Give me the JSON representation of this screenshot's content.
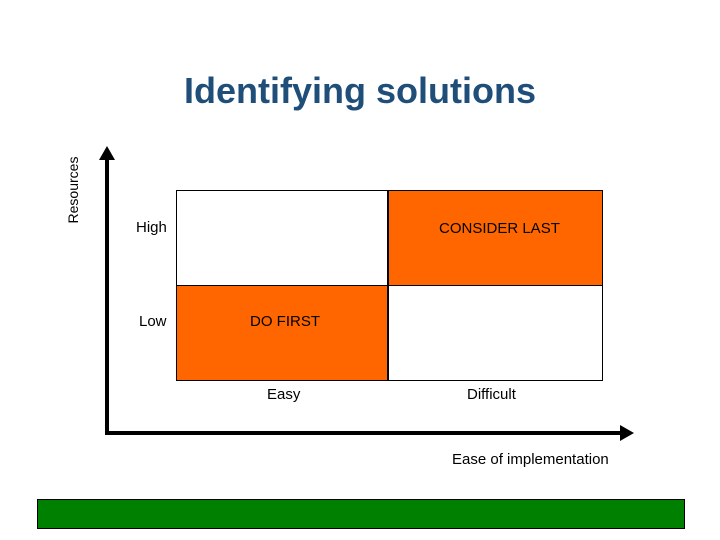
{
  "title": "Identifying solutions",
  "y_axis_label": "Resources",
  "x_axis_label": "Ease of implementation",
  "row_labels": {
    "high": "High",
    "low": "Low"
  },
  "column_labels": {
    "easy": "Easy",
    "difficult": "Difficult"
  },
  "quadrants": {
    "high_easy": {
      "label": "",
      "color": "#ffffff"
    },
    "high_difficult": {
      "label": "CONSIDER LAST",
      "color": "#ff6600"
    },
    "low_easy": {
      "label": "DO FIRST",
      "color": "#ff6600"
    },
    "low_difficult": {
      "label": "",
      "color": "#ffffff"
    }
  },
  "footer_bar_color": "#008000"
}
